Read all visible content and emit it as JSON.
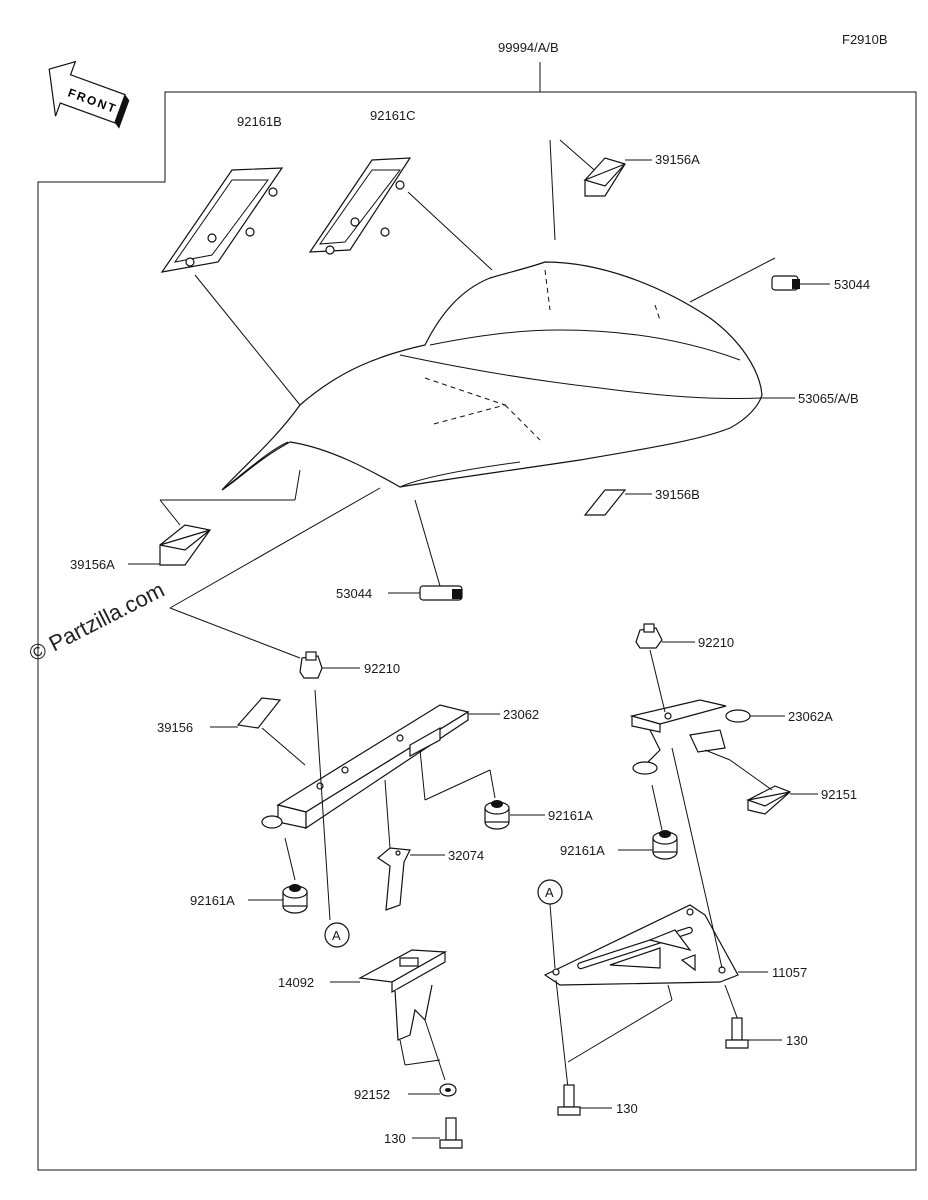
{
  "figure_code": "F2910B",
  "assembly_label": "99994/A/B",
  "front_arrow_text": "FRONT",
  "watermark": "© Partzilla.com",
  "ref_marker": "A",
  "labels": {
    "p92161B": "92161B",
    "p92161C": "92161C",
    "p39156A_top": "39156A",
    "p53044_right": "53044",
    "p53065": "53065/A/B",
    "p39156B": "39156B",
    "p39156A_left": "39156A",
    "p53044_mid": "53044",
    "p92210_left": "92210",
    "p92210_right": "92210",
    "p39156": "39156",
    "p23062": "23062",
    "p23062A": "23062A",
    "p92161A_1": "92161A",
    "p92161A_2": "92161A",
    "p92161A_3": "92161A",
    "p92151": "92151",
    "p32074": "32074",
    "p14092": "14092",
    "p11057": "11057",
    "p130_1": "130",
    "p130_2": "130",
    "p130_3": "130",
    "p92152": "92152"
  }
}
